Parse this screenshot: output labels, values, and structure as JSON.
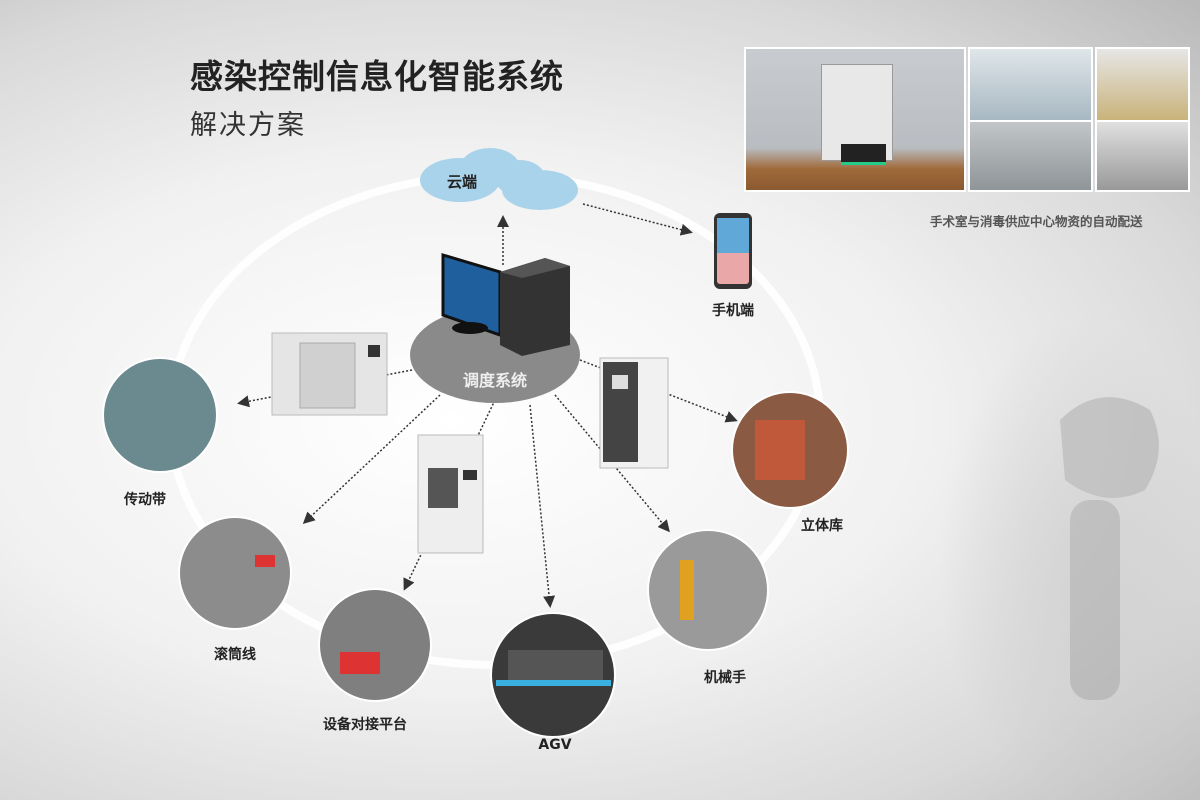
{
  "header": {
    "title": "感染控制信息化智能系统",
    "subtitle": "解决方案"
  },
  "center": {
    "label": "调度系统"
  },
  "cloud": {
    "label": "云端"
  },
  "phone": {
    "label": "手机端"
  },
  "nodes": [
    {
      "label": "传动带"
    },
    {
      "label": "滚筒线"
    },
    {
      "label": "设备对接平台"
    },
    {
      "label": "AGV"
    },
    {
      "label": "机械手"
    },
    {
      "label": "立体库"
    }
  ],
  "photos": {
    "caption": "手术室与消毒供应中心物资的自动配送"
  },
  "colors": {
    "cloud": "#a9d3ea",
    "hub": "#8a8a8a",
    "ring": "#ffffff",
    "monitor": "#1f5f9e"
  }
}
